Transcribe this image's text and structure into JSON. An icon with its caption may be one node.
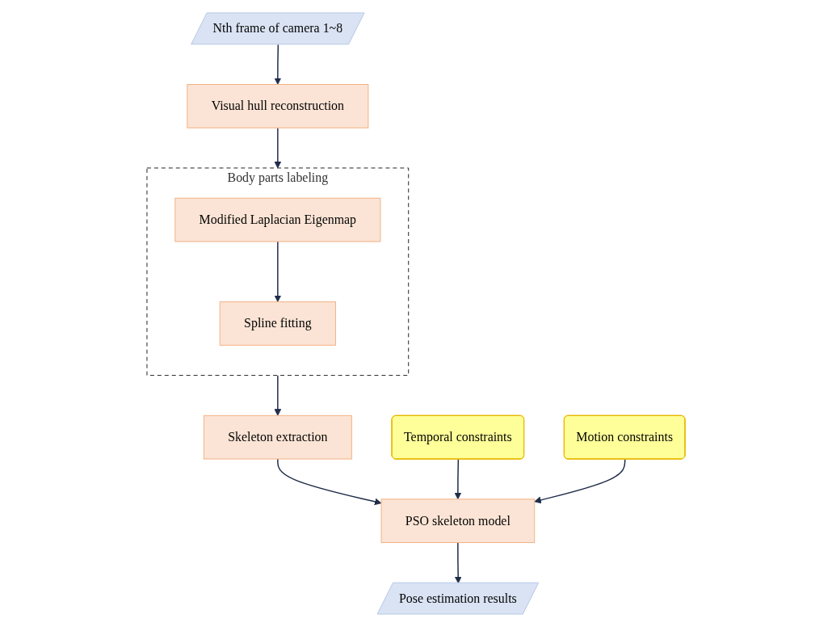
{
  "diagram": {
    "nodes": [
      {
        "text": [
          "Nth frame of camera 1~8"
        ]
      },
      {
        "text": [
          "Visual hull reconstruction"
        ]
      },
      {
        "text": [
          "Body parts labeling"
        ]
      },
      {
        "text": [
          "Modified Laplacian Eigenmap"
        ],
        "in": 2
      },
      {
        "text": [
          "Spline fitting"
        ],
        "in": 2
      },
      {
        "text": [
          "Skeleton extraction"
        ]
      },
      {
        "text": [
          "PSO skeleton model"
        ]
      },
      {
        "text": [
          "Pose estimation results"
        ]
      },
      {
        "text": [
          "Temporal constraints"
        ]
      },
      {
        "text": [
          "Motion constraints"
        ]
      }
    ],
    "edges": [
      {
        "from": 0,
        "to": 1,
        "arrow": "to"
      },
      {
        "from": 1,
        "to": 2,
        "arrow": "to"
      },
      {
        "from": 3,
        "to": 4,
        "arrow": "to"
      },
      {
        "from": 2,
        "to": 5,
        "arrow": "to"
      },
      {
        "from": 5,
        "to": 6,
        "arrow": "to"
      },
      {
        "from": 6,
        "to": 7,
        "arrow": "to"
      },
      {
        "from": 8,
        "to": 6,
        "arrow": "to"
      },
      {
        "from": 9,
        "to": 6,
        "arrow": "to"
      }
    ]
  }
}
